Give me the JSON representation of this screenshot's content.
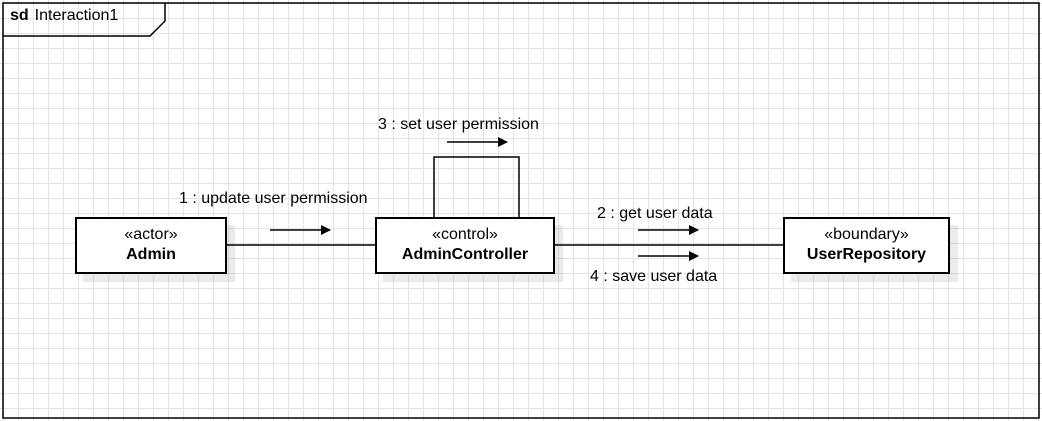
{
  "frame": {
    "keyword": "sd",
    "name": "Interaction1"
  },
  "objects": [
    {
      "stereotype": "«actor»",
      "name": "Admin"
    },
    {
      "stereotype": "«control»",
      "name": "AdminController"
    },
    {
      "stereotype": "«boundary»",
      "name": "UserRepository"
    }
  ],
  "messages": [
    {
      "label": "1 : update user permission",
      "from": "Admin",
      "to": "AdminController"
    },
    {
      "label": "2 : get user data",
      "from": "AdminController",
      "to": "UserRepository"
    },
    {
      "label": "3 : set user permission",
      "from": "AdminController",
      "to": "AdminController"
    },
    {
      "label": "4 : save user data",
      "from": "AdminController",
      "to": "UserRepository"
    }
  ],
  "colors": {
    "grid": "#e4e4e4",
    "line": "#000000",
    "background": "#ffffff"
  }
}
